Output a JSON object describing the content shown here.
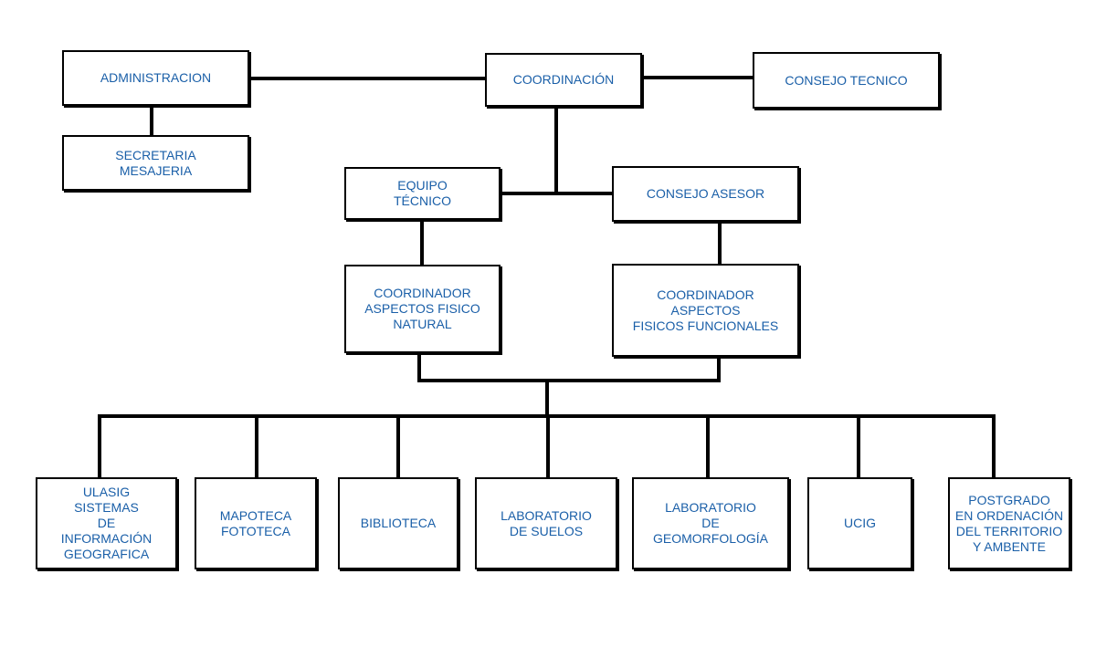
{
  "colors": {
    "text": "#1a5fa8",
    "line": "#000000",
    "box_border": "#000000",
    "background": "#ffffff"
  },
  "nodes": {
    "administracion": "ADMINISTRACION",
    "coordinacion": "COORDINACIÓN",
    "consejo_tecnico": "CONSEJO TECNICO",
    "secretaria": "SECRETARIA\nMESAJERIA",
    "equipo_tecnico": "EQUIPO\nTÉCNICO",
    "consejo_asesor": "CONSEJO ASESOR",
    "coord_fisico_natural": "COORDINADOR\nASPECTOS FISICO\nNATURAL",
    "coord_fisicos_funcionales": "COORDINADOR\nASPECTOS\nFISICOS FUNCIONALES",
    "ulasig": "ULASIG\nSISTEMAS\nDE\nINFORMACIÓN\nGEOGRAFICA",
    "mapoteca": "MAPOTECA\nFOTOTECA",
    "biblioteca": "BIBLIOTECA",
    "lab_suelos": "LABORATORIO\nDE SUELOS",
    "lab_geomorfologia": "LABORATORIO\nDE\nGEOMORFOLOGÍA",
    "ucig": "UCIG",
    "postgrado": "POSTGRADO\nEN ORDENACIÓN\nDEL TERRITORIO\nY AMBENTE"
  }
}
